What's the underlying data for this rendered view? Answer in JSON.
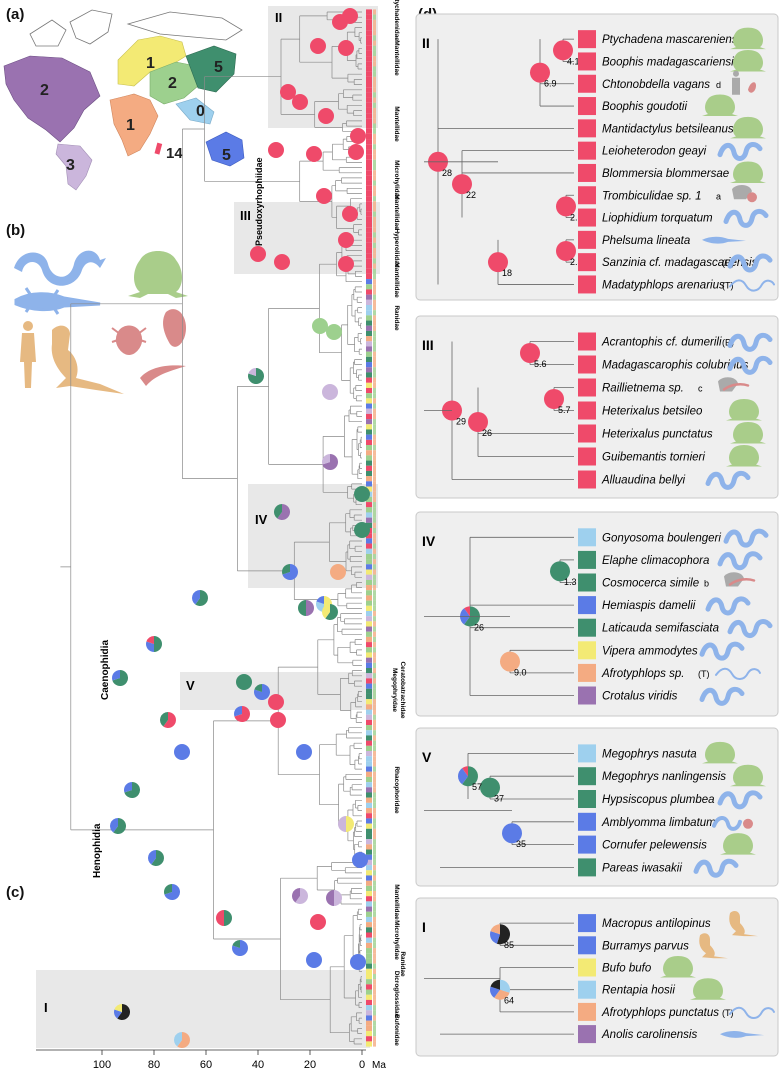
{
  "panels": {
    "a": "(a)",
    "b": "(b)",
    "c": "(c)",
    "d": "(d)"
  },
  "colors": {
    "red": "#ef4a6a",
    "purple": "#9a72b0",
    "lilac": "#cbb6dc",
    "yellow": "#f3ea74",
    "green": "#9dd08e",
    "teal": "#3f8f6e",
    "blue": "#5b7be6",
    "lightblue": "#9ed0ee",
    "orange": "#f4ab82",
    "black": "#222222",
    "organism_blue": "#8eb3ea",
    "organism_green": "#a9cd8a",
    "organism_tan": "#e6b982",
    "organism_pink": "#d98a8a",
    "organism_grey": "#aaaaaa",
    "box_bg": "#efefef",
    "box_border": "#c9c9c9"
  },
  "map": {
    "region_counts": [
      {
        "label": "2",
        "color": "#9a72b0"
      },
      {
        "label": "3",
        "color": "#cbb6dc"
      },
      {
        "label": "1",
        "color": "#f3ea74"
      },
      {
        "label": "1",
        "color": "#f4ab82"
      },
      {
        "label": "2",
        "color": "#9dd08e"
      },
      {
        "label": "5",
        "color": "#3f8f6e"
      },
      {
        "label": "0",
        "color": "#9ed0ee"
      },
      {
        "label": "5",
        "color": "#5b7be6"
      },
      {
        "label": "14",
        "color": "#ef4a6a"
      }
    ]
  },
  "tree_c": {
    "axis_ticks": [
      "100",
      "80",
      "60",
      "40",
      "20",
      "0"
    ],
    "axis_unit": "Ma",
    "clade_labels": [
      "Caenophidia",
      "Henophidia",
      "Pseudoxyrhophiidae"
    ],
    "box_labels": [
      "II",
      "III",
      "IV",
      "V",
      "I"
    ],
    "family_labels": [
      "Ptychadenidae",
      "Mantellidae",
      "Mantellidae",
      "Microhylidae",
      "Mantellidae",
      "Hyperoliidae",
      "Mantellidae",
      "Ranidae",
      "Megophryidae",
      "Ceratobatrachidae",
      "Rhacophoridae",
      "Mantellidae",
      "Microhylidae",
      "Ranidae",
      "Dicroglossidae",
      "Bufonidae"
    ]
  },
  "subtrees": [
    {
      "label": "II",
      "taxa": [
        {
          "name": "Ptychadena mascareniensis",
          "color": "#ef4a6a",
          "org": "frog",
          "tag": ""
        },
        {
          "name": "Boophis madagascariensis",
          "color": "#ef4a6a",
          "org": "frog",
          "tag": ""
        },
        {
          "name": "Chtonobdella vagans",
          "color": "#ef4a6a",
          "org": "human",
          "tag": "d"
        },
        {
          "name": "Boophis goudotii",
          "color": "#ef4a6a",
          "org": "frog",
          "tag": ""
        },
        {
          "name": "Mantidactylus betsileanus",
          "color": "#ef4a6a",
          "org": "frog",
          "tag": ""
        },
        {
          "name": "Leioheterodon geayi",
          "color": "#ef4a6a",
          "org": "snake",
          "tag": ""
        },
        {
          "name": "Blommersia blommersae",
          "color": "#ef4a6a",
          "org": "frog",
          "tag": ""
        },
        {
          "name": "Trombiculidae sp. 1",
          "color": "#ef4a6a",
          "org": "tick",
          "tag": "a"
        },
        {
          "name": "Liophidium torquatum",
          "color": "#ef4a6a",
          "org": "snake",
          "tag": ""
        },
        {
          "name": "Phelsuma lineata",
          "color": "#ef4a6a",
          "org": "lizard",
          "tag": ""
        },
        {
          "name": "Sanzinia cf. madagascariensis",
          "color": "#ef4a6a",
          "org": "snake",
          "tag": "(B)"
        },
        {
          "name": "Madatyphlops arenarius",
          "color": "#ef4a6a",
          "org": "blindsnake",
          "tag": "(T)"
        }
      ],
      "node_ages": [
        "4.1",
        "6.9",
        "28",
        "22",
        "2.1",
        "2.5",
        "18"
      ]
    },
    {
      "label": "III",
      "taxa": [
        {
          "name": "Acrantophis cf. dumerili",
          "color": "#ef4a6a",
          "org": "snake",
          "tag": "(B)"
        },
        {
          "name": "Madagascarophis colubrinus",
          "color": "#ef4a6a",
          "org": "snake",
          "tag": ""
        },
        {
          "name": "Raillietnema sp.",
          "color": "#ef4a6a",
          "org": "frog-worm",
          "tag": "c"
        },
        {
          "name": "Heterixalus betsileo",
          "color": "#ef4a6a",
          "org": "frog",
          "tag": ""
        },
        {
          "name": "Heterixalus punctatus",
          "color": "#ef4a6a",
          "org": "frog",
          "tag": ""
        },
        {
          "name": "Guibemantis tornieri",
          "color": "#ef4a6a",
          "org": "frog",
          "tag": ""
        },
        {
          "name": "Alluaudina bellyi",
          "color": "#ef4a6a",
          "org": "snake",
          "tag": ""
        }
      ],
      "node_ages": [
        "5.6",
        "5.7",
        "26",
        "29"
      ]
    },
    {
      "label": "IV",
      "taxa": [
        {
          "name": "Gonyosoma boulengeri",
          "color": "#9ed0ee",
          "org": "snake",
          "tag": ""
        },
        {
          "name": "Elaphe climacophora",
          "color": "#3f8f6e",
          "org": "snake",
          "tag": ""
        },
        {
          "name": "Cosmocerca simile",
          "color": "#3f8f6e",
          "org": "frog-worm",
          "tag": "b"
        },
        {
          "name": "Hemiaspis damelii",
          "color": "#5b7be6",
          "org": "snake",
          "tag": ""
        },
        {
          "name": "Laticauda semifasciata",
          "color": "#3f8f6e",
          "org": "snake",
          "tag": ""
        },
        {
          "name": "Vipera ammodytes",
          "color": "#f3ea74",
          "org": "snake",
          "tag": ""
        },
        {
          "name": "Afrotyphlops sp.",
          "color": "#f4ab82",
          "org": "blindsnake",
          "tag": "(T)"
        },
        {
          "name": "Crotalus viridis",
          "color": "#9a72b0",
          "org": "snake",
          "tag": ""
        }
      ],
      "node_ages": [
        "1.3",
        "26",
        "9.0"
      ]
    },
    {
      "label": "V",
      "taxa": [
        {
          "name": "Megophrys nasuta",
          "color": "#9ed0ee",
          "org": "frog",
          "tag": ""
        },
        {
          "name": "Megophrys nanlingensis",
          "color": "#3f8f6e",
          "org": "frog",
          "tag": ""
        },
        {
          "name": "Hypsiscopus plumbea",
          "color": "#3f8f6e",
          "org": "snake",
          "tag": ""
        },
        {
          "name": "Amblyomma limbatum",
          "color": "#5b7be6",
          "org": "snake-tick",
          "tag": ""
        },
        {
          "name": "Cornufer pelewensis",
          "color": "#5b7be6",
          "org": "frog",
          "tag": ""
        },
        {
          "name": "Pareas iwasakii",
          "color": "#3f8f6e",
          "org": "snake",
          "tag": ""
        }
      ],
      "node_ages": [
        "37",
        "57",
        "35"
      ]
    },
    {
      "label": "I",
      "taxa": [
        {
          "name": "Macropus antilopinus",
          "color": "#5b7be6",
          "org": "kangaroo",
          "tag": ""
        },
        {
          "name": "Burramys parvus",
          "color": "#5b7be6",
          "org": "kangaroo",
          "tag": ""
        },
        {
          "name": "Bufo bufo",
          "color": "#f3ea74",
          "org": "frog",
          "tag": ""
        },
        {
          "name": "Rentapia hosii",
          "color": "#9ed0ee",
          "org": "frog",
          "tag": ""
        },
        {
          "name": "Afrotyphlops punctatus",
          "color": "#f4ab82",
          "org": "blindsnake",
          "tag": "(T)"
        },
        {
          "name": "Anolis carolinensis",
          "color": "#9a72b0",
          "org": "lizard",
          "tag": ""
        }
      ],
      "node_ages": [
        "85",
        "64"
      ]
    }
  ]
}
